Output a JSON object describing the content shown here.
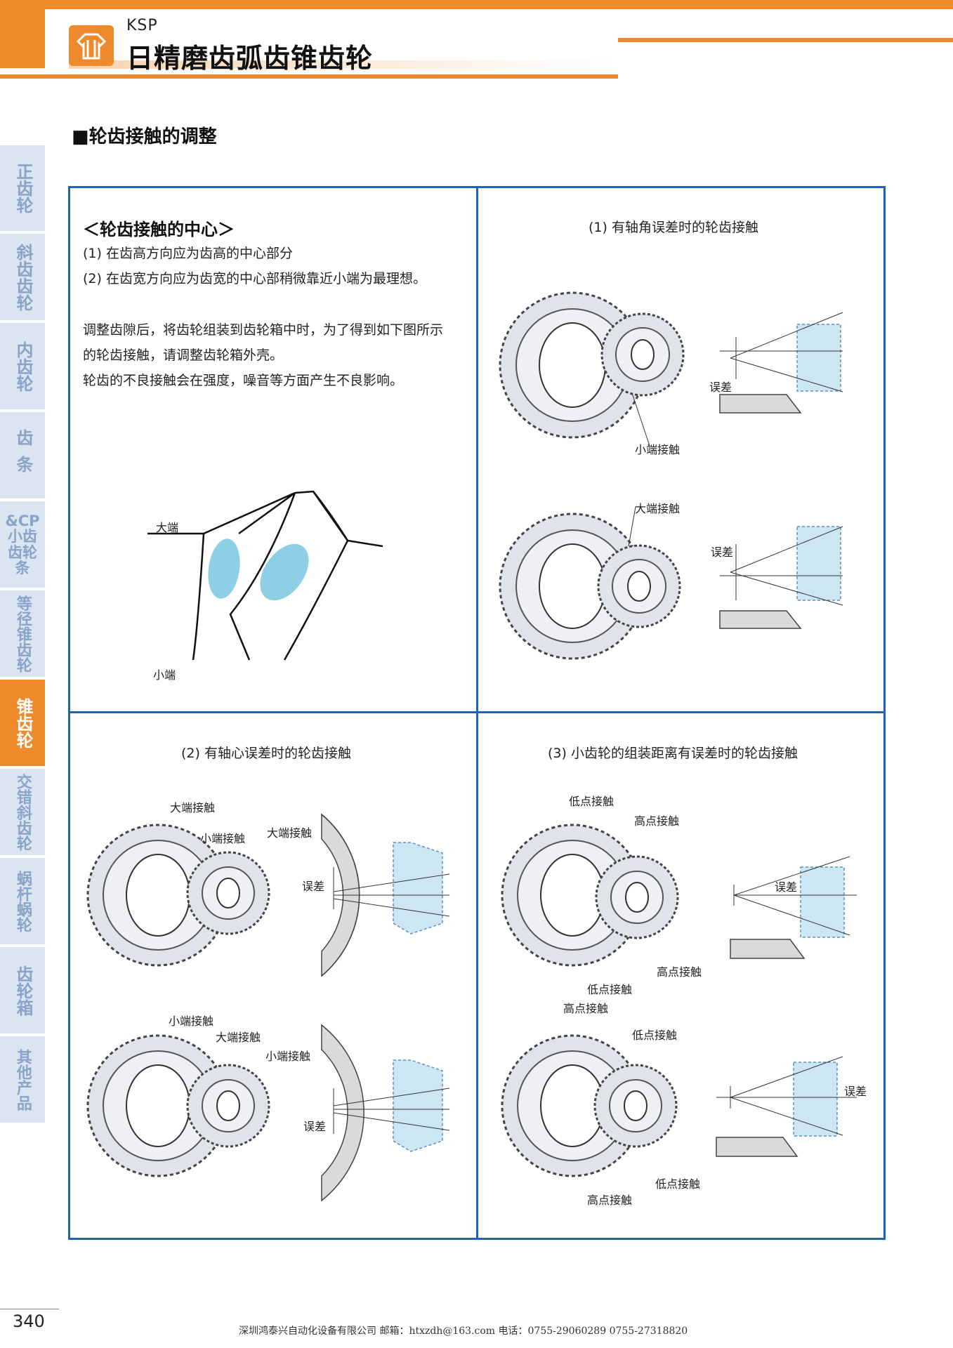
{
  "header": {
    "brand": "KSP",
    "title": "日精磨齿弧齿锥齿轮"
  },
  "side_tabs": [
    {
      "label": "正齿轮"
    },
    {
      "label": "斜齿齿轮"
    },
    {
      "label": "内齿轮"
    },
    {
      "label": "齿条"
    },
    {
      "label": "&CP小齿齿轮条"
    },
    {
      "label": "等径锥齿轮"
    },
    {
      "label": "锥齿轮",
      "active": true
    },
    {
      "label": "交错斜齿轮"
    },
    {
      "label": "蜗杆蜗轮"
    },
    {
      "label": "齿轮箱"
    },
    {
      "label": "其他产品"
    }
  ],
  "section_title": "■轮齿接触的调整",
  "intro": {
    "title": "＜轮齿接触的中心＞",
    "lines": [
      "(1) 在齿高方向应为齿高的中心部分",
      "(2) 在齿宽方向应为齿宽的中心部稍微靠近小端为最理想。",
      "调整齿隙后，将齿轮组装到齿轮箱中时，为了得到如下图所示",
      "的轮齿接触，请调整齿轮箱外壳。",
      "轮齿的不良接触会在强度，噪音等方面产生不良影响。"
    ],
    "diagram_labels": {
      "big_end": "大端",
      "small_end": "小端"
    }
  },
  "panel1": {
    "caption": "(1) 有轴角误差时的轮齿接触",
    "labels": {
      "small_end_contact": "小端接触",
      "big_end_contact": "大端接触",
      "error": "误差"
    }
  },
  "panel2": {
    "caption": "(2) 有轴心误差时的轮齿接触",
    "labels": {
      "big_end_contact": "大端接触",
      "small_end_contact": "小端接触",
      "error": "误差"
    }
  },
  "panel3": {
    "caption": "(3) 小齿轮的组装距离有误差时的轮齿接触",
    "labels": {
      "low_point_contact": "低点接触",
      "high_point_contact": "高点接触",
      "error": "误差"
    }
  },
  "footer": {
    "page_number": "340",
    "company_line": "深圳鸿泰兴自动化设备有限公司   邮箱：htxzdh@163.com  电话：0755-29060289  0755-27318820"
  },
  "colors": {
    "accent_orange": "#ee8a2b",
    "border_blue": "#1f64b8",
    "tab_inactive": "#dbe5f2",
    "contact_blue": "#8ecfe6",
    "housing_blue": "#cde6f4"
  }
}
